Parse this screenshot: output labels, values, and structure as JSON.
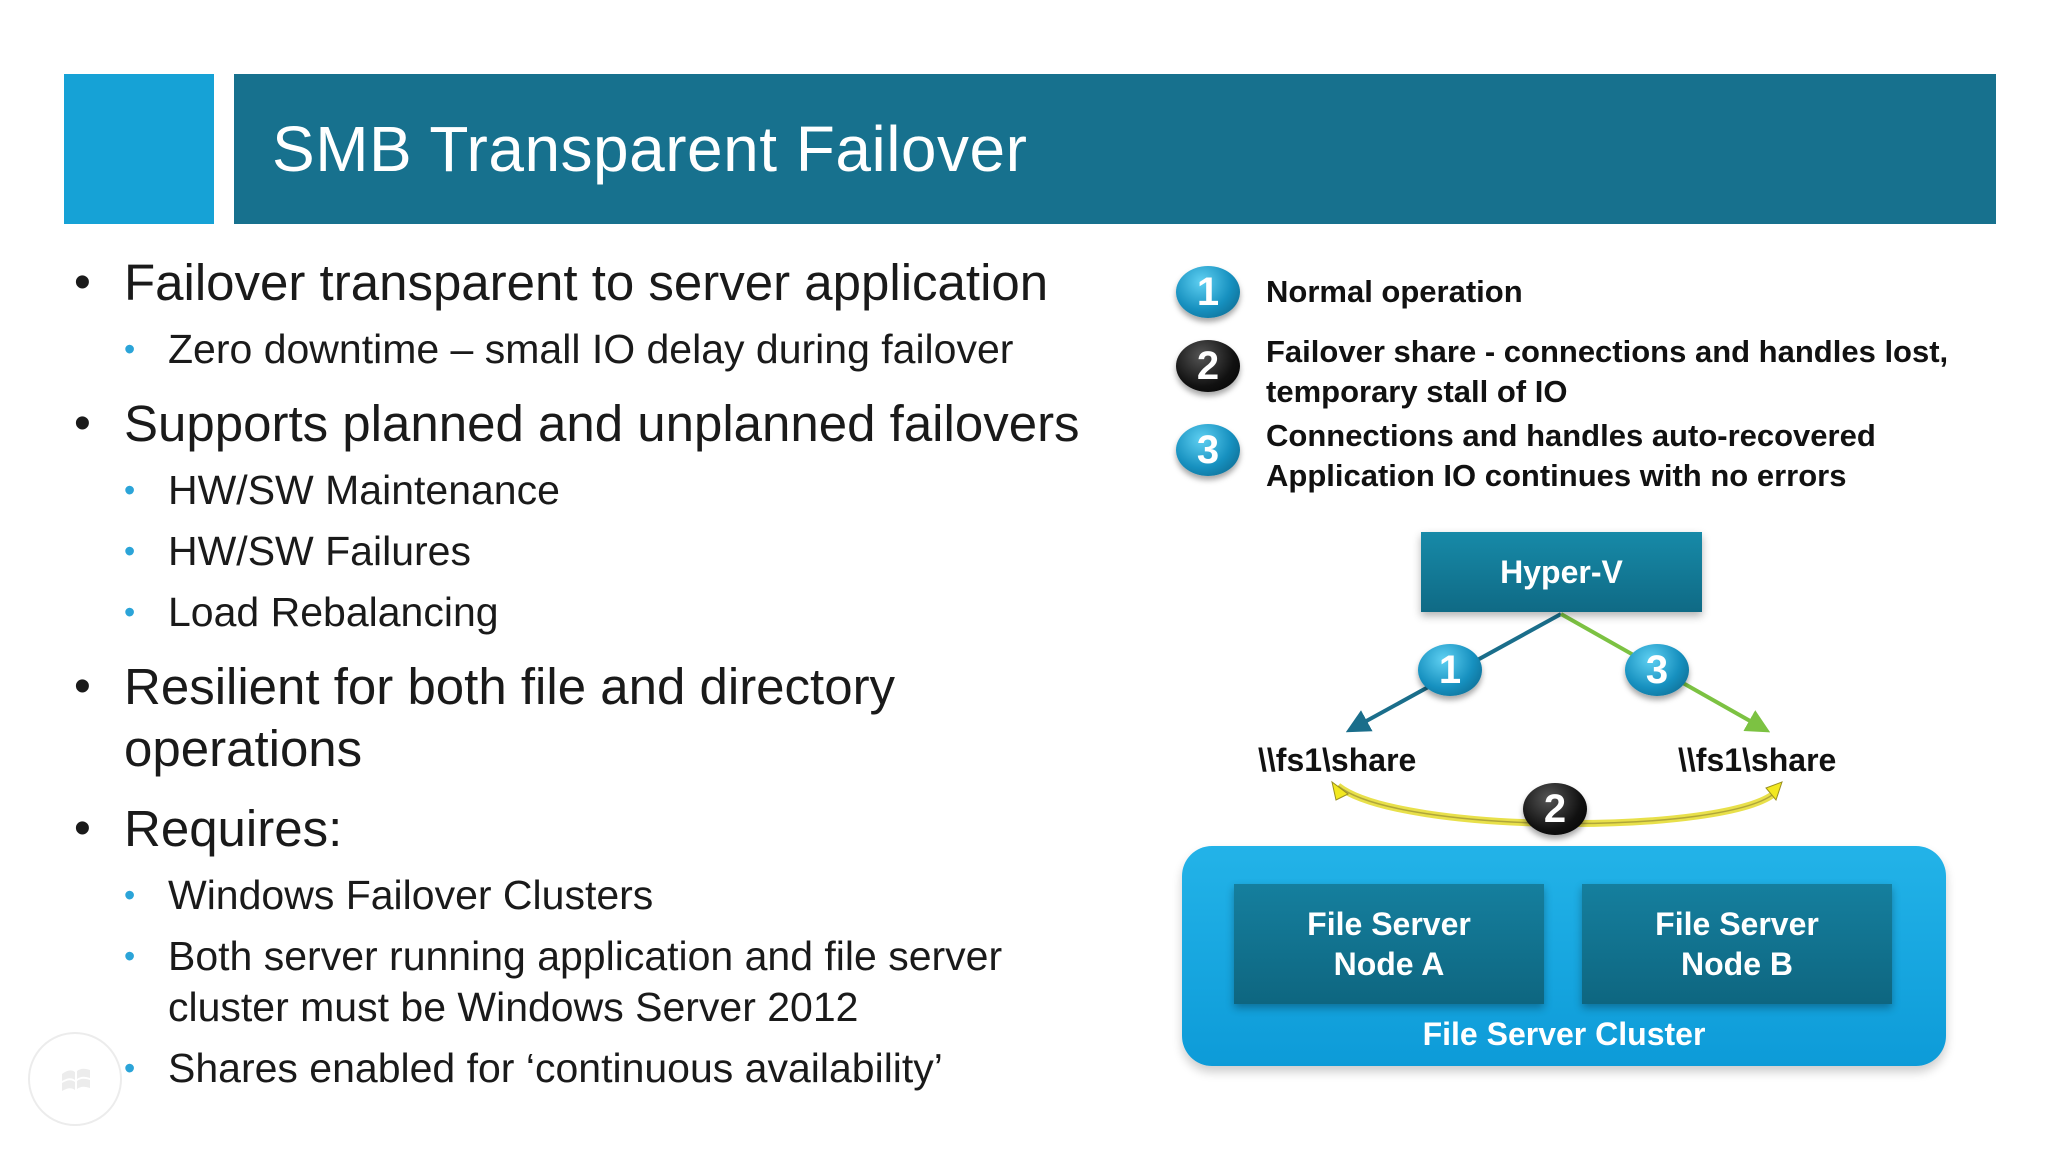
{
  "title": "SMB Transparent Failover",
  "bullets": [
    {
      "text": "Failover transparent to server application",
      "sub": [
        "Zero downtime – small IO delay during failover"
      ]
    },
    {
      "text": "Supports planned and unplanned failovers",
      "sub": [
        "HW/SW Maintenance",
        "HW/SW Failures",
        "Load Rebalancing"
      ]
    },
    {
      "text": "Resilient for both file and directory operations",
      "sub": []
    },
    {
      "text": "Requires:",
      "sub": [
        "Windows Failover Clusters",
        "Both server running application and file server cluster must be Windows Server 2012",
        "Shares enabled for ‘continuous availability’"
      ]
    }
  ],
  "legend": [
    {
      "num": "1",
      "text": "Normal operation"
    },
    {
      "num": "2",
      "text": "Failover share - connections and handles lost, temporary stall of IO"
    },
    {
      "num": "3",
      "text": "Connections and handles auto-recovered Application IO continues with no errors"
    }
  ],
  "diagram": {
    "hyperv": "Hyper-V",
    "share_left": "\\\\fs1\\share",
    "share_right": "\\\\fs1\\share",
    "step1": "1",
    "step2": "2",
    "step3": "3",
    "node_a_line1": "File Server",
    "node_a_line2": "Node A",
    "node_b_line1": "File Server",
    "node_b_line2": "Node B",
    "cluster_label": "File Server Cluster"
  },
  "colors": {
    "title_bar": "#17718e",
    "title_square": "#16a2d6",
    "bullet_sub": "#2ba4d8",
    "cluster": "#1aa7e0",
    "arrow_teal": "#1a6e8b",
    "arrow_green": "#7cc242",
    "arrow_yellow": "#f2e81f"
  },
  "icons": {
    "watermark": "windows-logo-icon"
  }
}
